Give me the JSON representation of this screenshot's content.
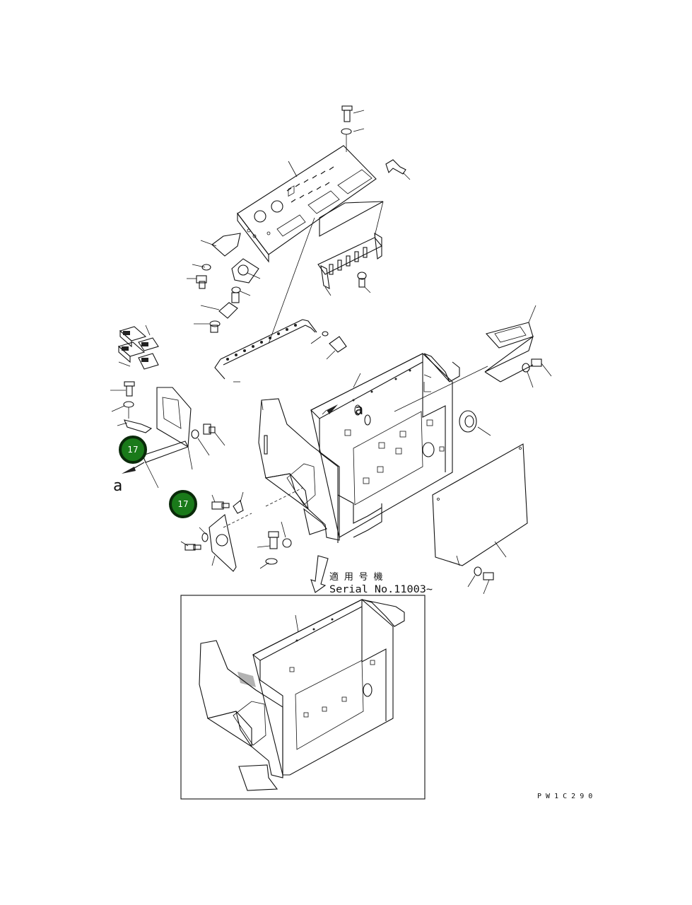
{
  "diagram": {
    "view_label": "a",
    "applicable_heading": "適 用 号 機",
    "serial_text": "Serial No.11003~",
    "drawing_code": "P W 1 C 2 9 0",
    "callouts": [
      {
        "number": "17"
      },
      {
        "number": "17"
      }
    ]
  }
}
